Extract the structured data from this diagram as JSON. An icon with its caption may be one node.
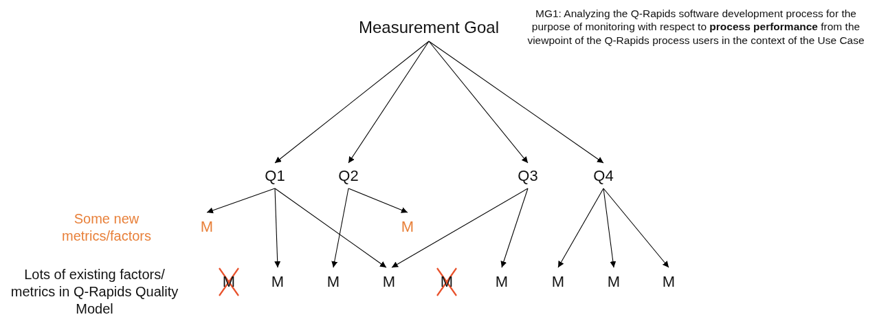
{
  "diagram": {
    "nodes": [
      {
        "text": [
          "Measurement Goal"
        ]
      },
      {
        "text": [
          "Q1"
        ]
      },
      {
        "text": [
          "Q2"
        ]
      },
      {
        "text": [
          "Q3"
        ]
      },
      {
        "text": [
          "Q4"
        ]
      },
      {
        "text": [
          "M"
        ]
      },
      {
        "text": [
          "M"
        ]
      },
      {
        "text": [
          "M"
        ]
      },
      {
        "text": [
          "M"
        ]
      },
      {
        "text": [
          "M"
        ]
      },
      {
        "text": [
          "M"
        ]
      },
      {
        "text": [
          "M"
        ]
      },
      {
        "text": [
          "M"
        ]
      },
      {
        "text": [
          "M"
        ]
      },
      {
        "text": [
          "M"
        ]
      },
      {
        "text": [
          "M"
        ]
      }
    ],
    "edges": [
      {
        "from": 0,
        "to": 1,
        "arrow": "to"
      },
      {
        "from": 0,
        "to": 2,
        "arrow": "to"
      },
      {
        "from": 0,
        "to": 3,
        "arrow": "to"
      },
      {
        "from": 0,
        "to": 4,
        "arrow": "to"
      },
      {
        "from": 1,
        "to": 5,
        "arrow": "to"
      },
      {
        "from": 1,
        "to": 8,
        "arrow": "to"
      },
      {
        "from": 1,
        "to": 10,
        "arrow": "to"
      },
      {
        "from": 2,
        "to": 9,
        "arrow": "to"
      },
      {
        "from": 2,
        "to": 6,
        "arrow": "to"
      },
      {
        "from": 3,
        "to": 10,
        "arrow": "to"
      },
      {
        "from": 3,
        "to": 12,
        "arrow": "to"
      },
      {
        "from": 4,
        "to": 13,
        "arrow": "to"
      },
      {
        "from": 4,
        "to": 14,
        "arrow": "to"
      },
      {
        "from": 4,
        "to": 15,
        "arrow": "to"
      }
    ],
    "labels": [
      "MG1: Analyzing the Q-Rapids software development process for the purpose of monitoring with respect to **process performance** from the viewpoint of the Q-Rapids process users in the context of the Use Case",
      "Some new metrics/factors",
      "Lots of existing factors/ metrics in Q-Rapids Quality Model"
    ]
  }
}
